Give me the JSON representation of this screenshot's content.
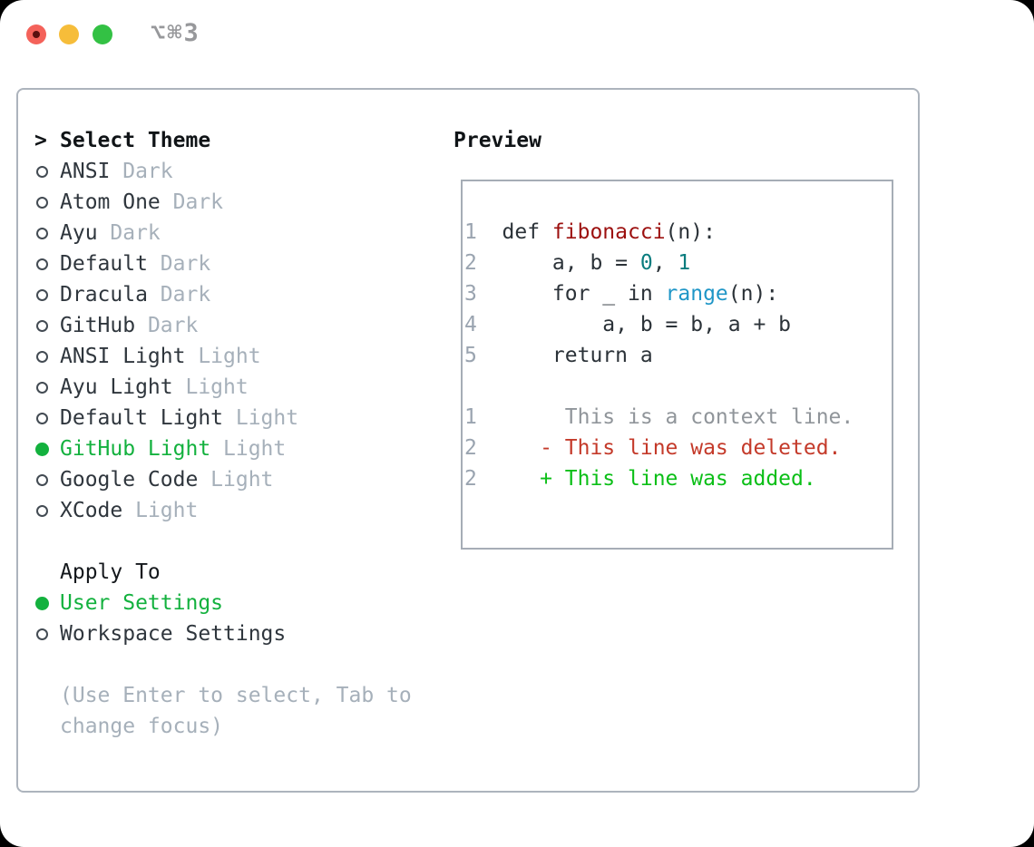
{
  "window": {
    "shortcut_title": "⌥⌘3"
  },
  "traffic_lights": {
    "close_color": "#f4625a",
    "close_dot_color": "#5a100f",
    "minimize_color": "#f6bd3a",
    "zoom_color": "#33c144"
  },
  "theme_panel": {
    "header_prefix": ">",
    "header": "Select Theme",
    "themes": [
      {
        "name": "ANSI",
        "variant": "Dark",
        "selected": false
      },
      {
        "name": "Atom One",
        "variant": "Dark",
        "selected": false
      },
      {
        "name": "Ayu",
        "variant": "Dark",
        "selected": false
      },
      {
        "name": "Default",
        "variant": "Dark",
        "selected": false
      },
      {
        "name": "Dracula",
        "variant": "Dark",
        "selected": false
      },
      {
        "name": "GitHub",
        "variant": "Dark",
        "selected": false
      },
      {
        "name": "ANSI Light",
        "variant": "Light",
        "selected": false
      },
      {
        "name": "Ayu Light",
        "variant": "Light",
        "selected": false
      },
      {
        "name": "Default Light",
        "variant": "Light",
        "selected": false
      },
      {
        "name": "GitHub Light",
        "variant": "Light",
        "selected": true
      },
      {
        "name": "Google Code",
        "variant": "Light",
        "selected": false
      },
      {
        "name": "XCode",
        "variant": "Light",
        "selected": false
      }
    ],
    "apply_header": "Apply To",
    "apply_options": [
      {
        "label": "User Settings",
        "selected": true
      },
      {
        "label": "Workspace Settings",
        "selected": false
      }
    ],
    "hint": "(Use Enter to select, Tab to change focus)"
  },
  "preview": {
    "header": "Preview",
    "code_lines": [
      {
        "num": "1",
        "tokens": [
          {
            "text": "def ",
            "style": "plain"
          },
          {
            "text": "fibonacci",
            "style": "function"
          },
          {
            "text": "(n):",
            "style": "plain"
          }
        ]
      },
      {
        "num": "2",
        "tokens": [
          {
            "text": "    a, b = ",
            "style": "plain"
          },
          {
            "text": "0",
            "style": "number"
          },
          {
            "text": ", ",
            "style": "plain"
          },
          {
            "text": "1",
            "style": "number"
          }
        ]
      },
      {
        "num": "3",
        "tokens": [
          {
            "text": "    for _ in ",
            "style": "plain"
          },
          {
            "text": "range",
            "style": "builtin"
          },
          {
            "text": "(n):",
            "style": "plain"
          }
        ]
      },
      {
        "num": "4",
        "tokens": [
          {
            "text": "        a, b = b, a + b",
            "style": "plain"
          }
        ]
      },
      {
        "num": "5",
        "tokens": [
          {
            "text": "    return a",
            "style": "plain"
          }
        ]
      }
    ],
    "diff_lines": [
      {
        "num": "1",
        "style": "context",
        "text": "     This is a context line."
      },
      {
        "num": "2",
        "style": "deleted",
        "text": "   - This line was deleted."
      },
      {
        "num": "2",
        "style": "added",
        "text": "   + This line was added."
      }
    ]
  },
  "colors": {
    "selected_green": "#13b13e",
    "added_green": "#0bbf17",
    "deleted_red": "#c43a2a",
    "function_red": "#9c100f",
    "number_teal": "#097c7e",
    "builtin_blue": "#1f96c7",
    "muted_gray": "#a6b0ba",
    "line_number_gray": "#9aa4b0",
    "text_dark": "#2f363d",
    "panel_border": "#adb4bd"
  }
}
